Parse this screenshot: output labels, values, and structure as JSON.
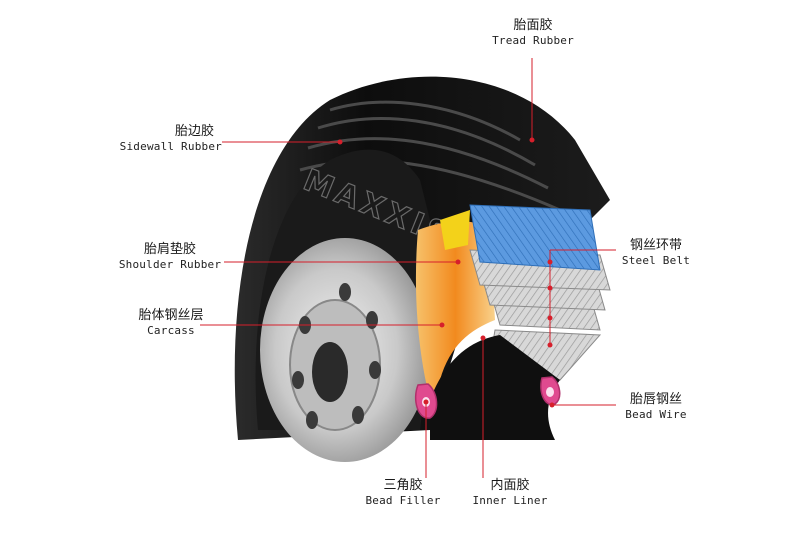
{
  "brand": {
    "logo_text": "MAXXIS"
  },
  "colors": {
    "leader": "#d61f2b",
    "belt_blue": "#4f8fd6",
    "carcass_orange": "#f28a1e",
    "bead_pink": "#e04a8f"
  },
  "labels": {
    "tread": {
      "zh": "胎面胶",
      "en": "Tread Rubber"
    },
    "sidewall": {
      "zh": "胎边胶",
      "en": "Sidewall Rubber"
    },
    "shoulder": {
      "zh": "胎肩垫胶",
      "en": "Shoulder Rubber"
    },
    "carcass": {
      "zh": "胎体钢丝层",
      "en": "Carcass"
    },
    "steel": {
      "zh": "钢丝环带",
      "en": "Steel Belt"
    },
    "wire": {
      "zh": "胎唇钢丝",
      "en": "Bead Wire"
    },
    "filler": {
      "zh": "三角胶",
      "en": "Bead Filler"
    },
    "liner": {
      "zh": "内面胶",
      "en": "Inner Liner"
    }
  }
}
